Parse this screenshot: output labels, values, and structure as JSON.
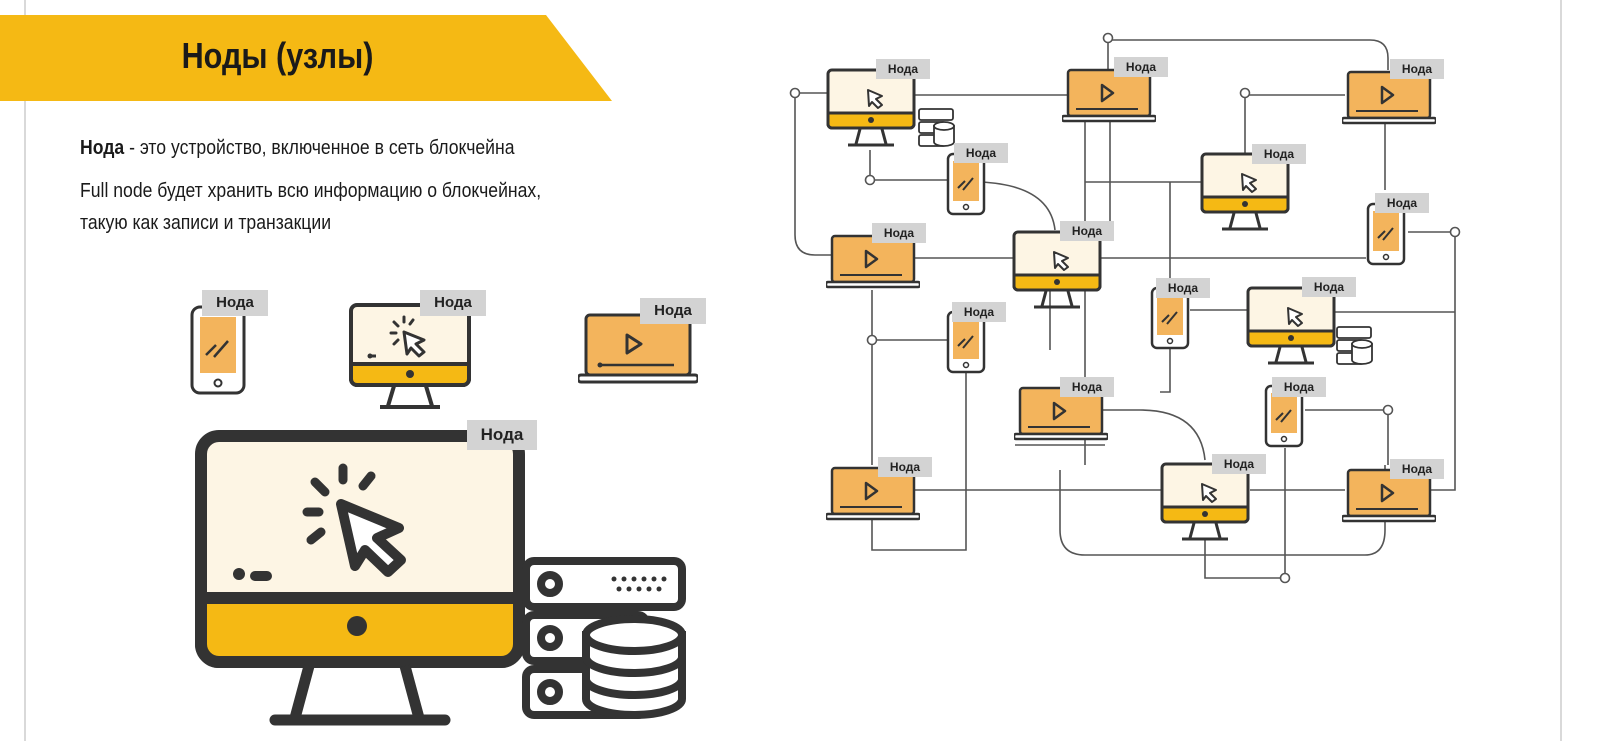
{
  "title": "Ноды (узлы)",
  "definition": {
    "term": "Нода",
    "rest": " - это устройство, включенное в сеть блокчейна"
  },
  "line2": "Full node будет хранить всю информацию о блокчейнах,",
  "line3": "такую как записи и транзакции",
  "node_label": "Нода",
  "colors": {
    "accent": "#f5b914",
    "device_fill": "#f3b45c",
    "screen_bg": "#fdf5e4",
    "outline": "#333333",
    "label_bg": "#d3d3d3"
  },
  "icons": [
    "phone-icon",
    "monitor-icon",
    "laptop-icon",
    "server-icon",
    "cursor-icon",
    "play-icon"
  ]
}
